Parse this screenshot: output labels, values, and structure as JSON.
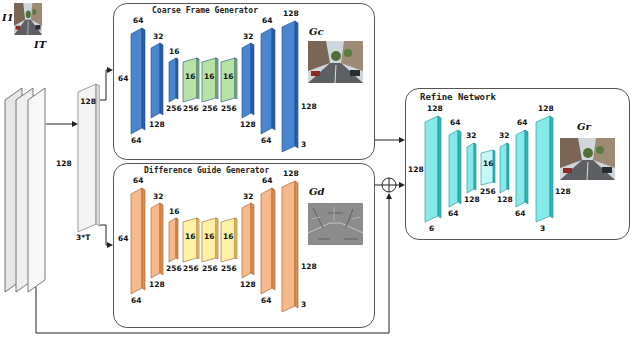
{
  "diagram": {
    "nodes": [
      {
        "text": [
          "128",
          "3*T"
        ]
      },
      {
        "text": [
          "Coarse Frame Generator"
        ]
      },
      {
        "text": [
          "Difference Guide Generator"
        ]
      },
      {
        "text": [
          "Refine Network"
        ]
      }
    ],
    "edges": [
      {
        "from": 0,
        "to": 1,
        "arrow": "to"
      },
      {
        "from": 0,
        "to": 2,
        "arrow": "to"
      },
      {
        "from": 1,
        "to": 3,
        "arrow": "to"
      },
      {
        "from": 2,
        "to": 3,
        "arrow": "to"
      }
    ],
    "labels": [
      "I1",
      "IT",
      "128",
      "64",
      "64",
      "64",
      "32",
      "128",
      "16",
      "256",
      "16",
      "256",
      "16",
      "256",
      "16",
      "256",
      "32",
      "128",
      "64",
      "64",
      "128",
      "128",
      "3",
      "Gc",
      "64",
      "64",
      "64",
      "32",
      "128",
      "16",
      "256",
      "16",
      "256",
      "16",
      "256",
      "16",
      "256",
      "32",
      "128",
      "64",
      "64",
      "128",
      "128",
      "3",
      "Gd",
      "128",
      "128",
      "6",
      "64",
      "64",
      "32",
      "128",
      "16",
      "256",
      "32",
      "128",
      "64",
      "64",
      "128",
      "128",
      "3",
      "Gr"
    ]
  }
}
